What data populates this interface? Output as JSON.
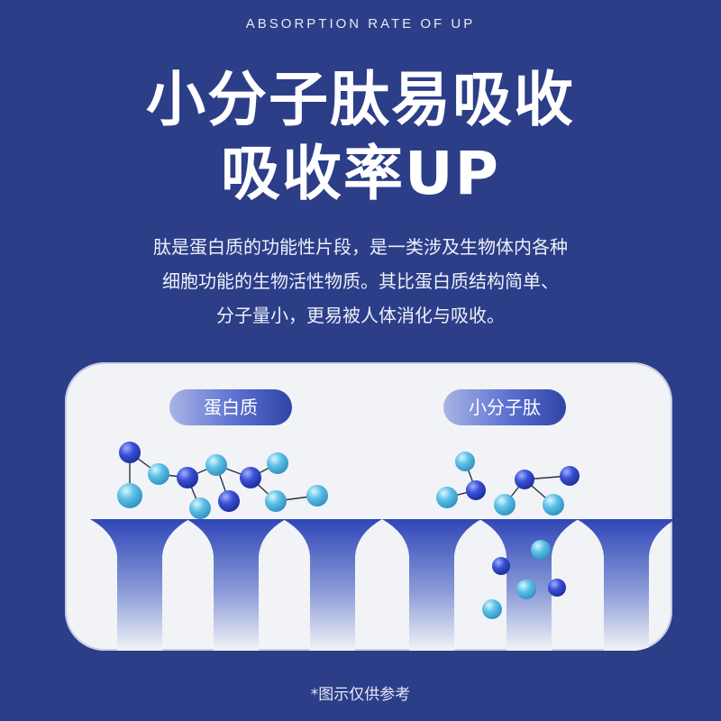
{
  "header": {
    "eyebrow": "ABSORPTION RATE OF UP",
    "title_line1": "小分子肽易吸收",
    "title_line2": "吸收率UP"
  },
  "description": {
    "line1": "肽是蛋白质的功能性片段，是一类涉及生物体内各种",
    "line2": "细胞功能的生物活性物质。其比蛋白质结构简单、",
    "line3": "分子量小，更易被人体消化与吸收。"
  },
  "panel": {
    "left_label": "蛋白质",
    "right_label": "小分子肽"
  },
  "footnote": "*图示仅供参考",
  "colors": {
    "background": "#2c3e88",
    "molecule_dark": "#3a4fd6",
    "molecule_light": "#5cc0e6"
  }
}
